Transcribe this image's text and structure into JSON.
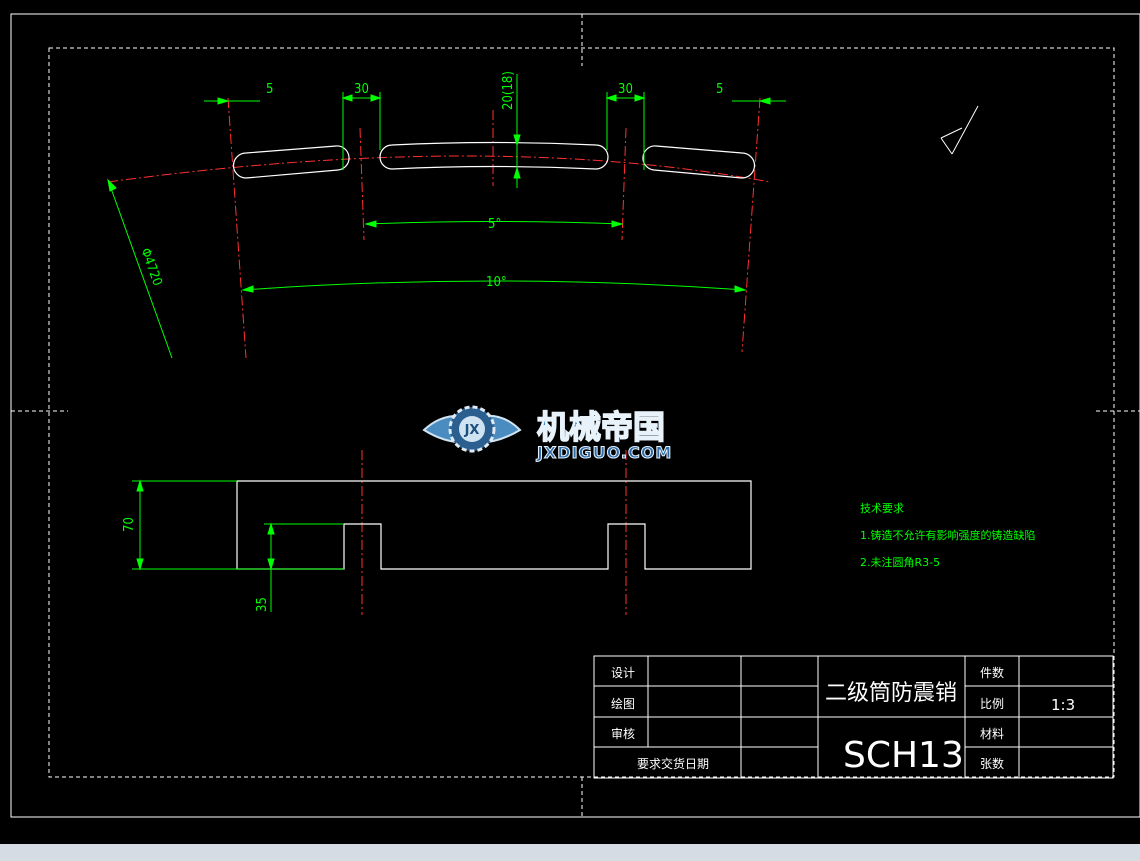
{
  "dimensions": {
    "top_left_5": "5",
    "left_30": "30",
    "center_20": "20(18)",
    "right_30": "30",
    "top_right_5": "5",
    "angle_5": "5°",
    "angle_10": "10°",
    "diameter": "Φ4720",
    "height_70": "70",
    "depth_35": "35"
  },
  "tech_notes": {
    "title": "技术要求",
    "line1": "1.铸造不允许有影响强度的铸造缺陷",
    "line2": "2.未注圆角R3-5"
  },
  "watermark": {
    "cn": "机械帝国",
    "en": "JXDIGUO.COM",
    "badge": "JX"
  },
  "title_block": {
    "design": "设计",
    "drawing": "绘图",
    "review": "审核",
    "date_req": "要求交货日期",
    "part_name": "二级筒防震销",
    "part_no": "SCH13",
    "qty_label": "件数",
    "scale_label": "比例",
    "scale_value": "1:3",
    "material_label": "材料",
    "sheets_label": "张数"
  },
  "colors": {
    "background": "#000000",
    "outline": "#ffffff",
    "dimension": "#00ff00",
    "centerline": "#ff0000"
  }
}
